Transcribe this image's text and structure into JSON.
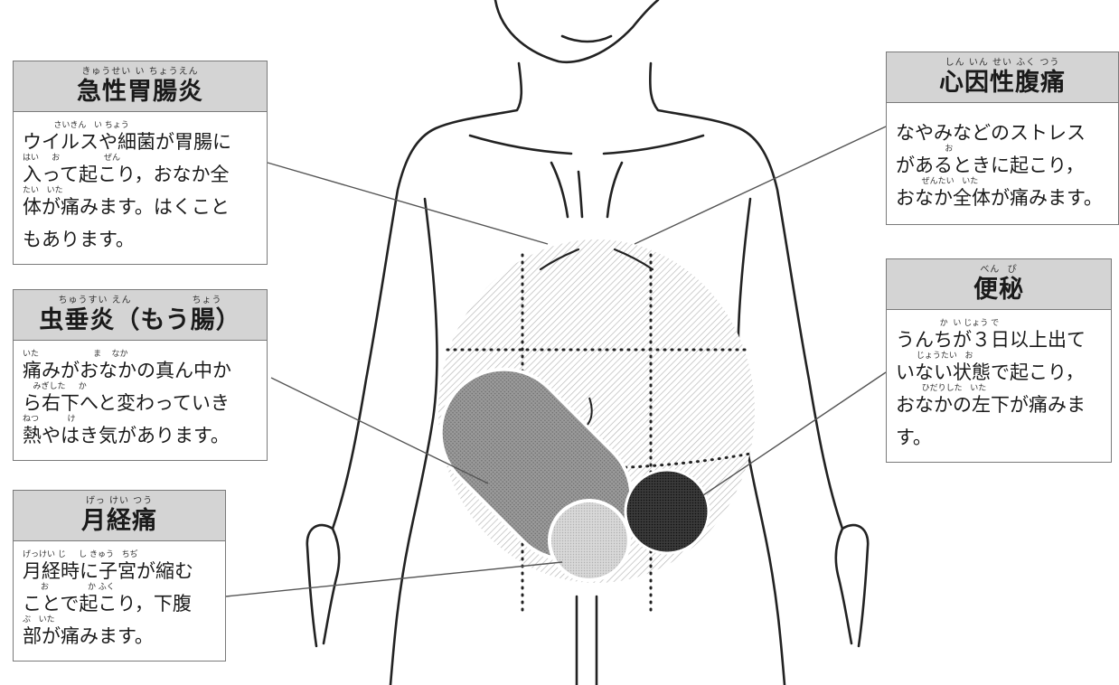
{
  "boxes": [
    {
      "id": "acute-gastroenteritis",
      "title_ruby": "きゅうせい い ちょうえん",
      "title": "急性胃腸炎",
      "lines": [
        {
          "ruby": "            さいきん   い ちょう",
          "text": "ウイルスや細菌が胃腸に"
        },
        {
          "ruby": "はい     お                 ぜん",
          "text": "入って起こり，おなか全"
        },
        {
          "ruby": "たい   いた",
          "text": "体が痛みます。はくこと"
        },
        {
          "ruby": "",
          "text": "もあります。"
        }
      ]
    },
    {
      "id": "appendicitis",
      "title_ruby": "ちゅうすい えん                ちょう",
      "title": "虫垂炎（もう腸）",
      "lines": [
        {
          "ruby": "いた                     ま    なか",
          "text": "痛みがおなかの真ん中か"
        },
        {
          "ruby": "    みぎした     か",
          "text": "ら右下へと変わっていき"
        },
        {
          "ruby": "ねつ           け",
          "text": "熱やはき気があります。"
        }
      ]
    },
    {
      "id": "menstrual-pain",
      "title_ruby": "げっ けい つう",
      "title": "月経痛",
      "lines": [
        {
          "ruby": "げっけい じ     し きゅう   ちぢ",
          "text": "月経時に子宮が縮む"
        },
        {
          "ruby": "       お               か ふく",
          "text": "ことで起こり，下腹"
        },
        {
          "ruby": "ぶ   いた",
          "text": "部が痛みます。"
        }
      ]
    },
    {
      "id": "psychogenic-pain",
      "title_ruby": "しん いん せい ふく つう",
      "title": "心因性腹痛",
      "lines": [
        {
          "ruby": "",
          "text": "なやみなどのストレス"
        },
        {
          "ruby": "                   お",
          "text": "があるときに起こり，"
        },
        {
          "ruby": "          ぜんたい   いた",
          "text": "おなか全体が痛みます。"
        }
      ]
    },
    {
      "id": "constipation",
      "title_ruby": "べん  ぴ",
      "title": "便秘",
      "lines": [
        {
          "ruby": "                 か  い じょう で",
          "text": "うんちが３日以上出て"
        },
        {
          "ruby": "        じょうたい   お",
          "text": "いない状態で起こり，"
        },
        {
          "ruby": "          ひだりした   いた",
          "text": "おなかの左下が痛みま"
        },
        {
          "ruby": "",
          "text": "す。"
        }
      ]
    }
  ]
}
